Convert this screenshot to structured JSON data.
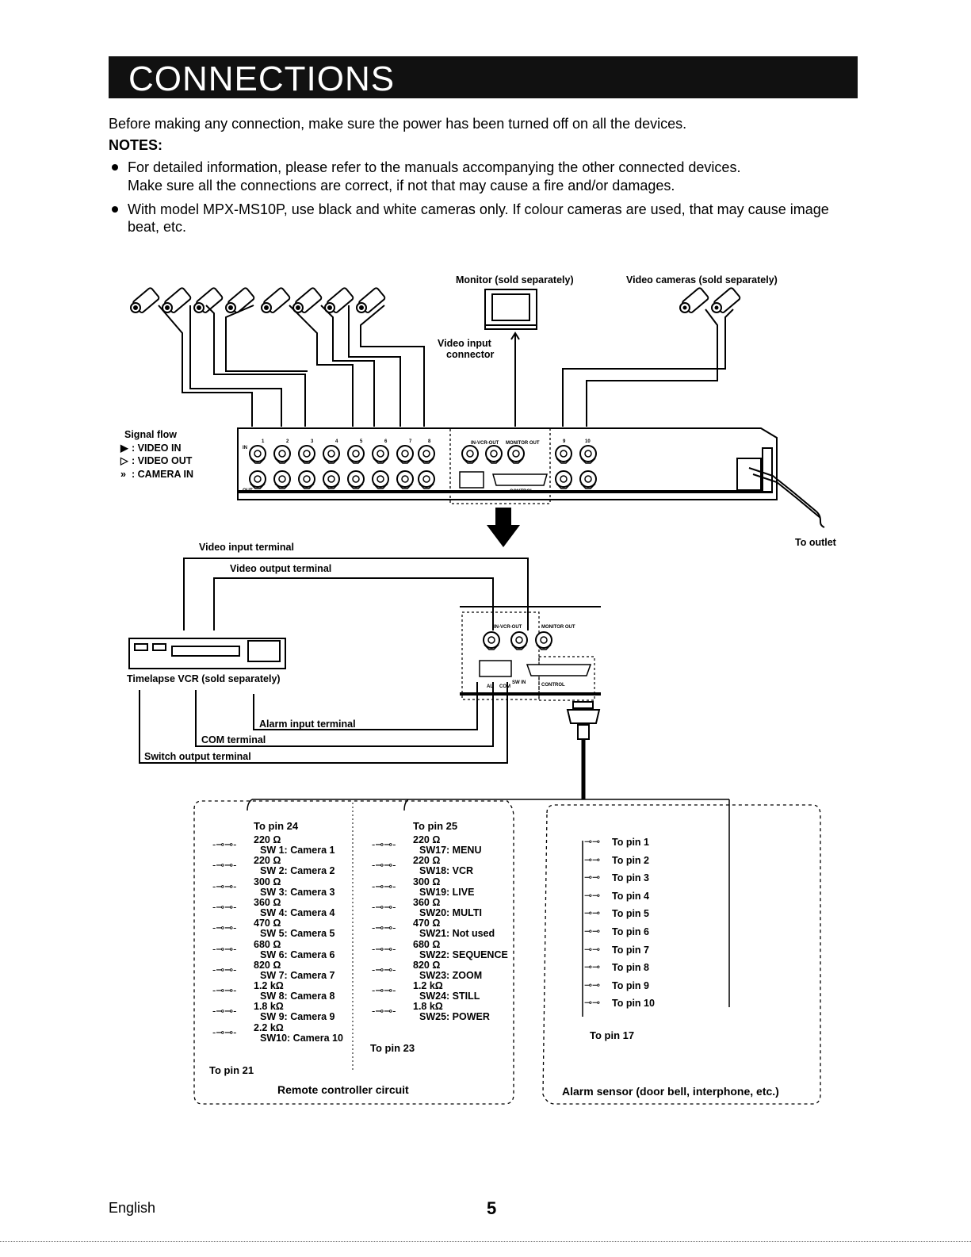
{
  "title": "CONNECTIONS",
  "intro": "Before making any connection, make sure the power has been turned off on all the devices.",
  "notes_heading": "NOTES:",
  "notes": [
    {
      "line1": "For detailed information, please refer to the manuals accompanying the other connected devices.",
      "line2": "Make sure all the connections are correct, if not that may cause a fire and/or damages."
    },
    {
      "line1": "With model MPX-MS10P, use black and white cameras only. If colour cameras are used, that may cause image",
      "line2": "beat, etc."
    }
  ],
  "diagram": {
    "monitor": "Monitor (sold separately)",
    "video_cameras": "Video cameras (sold separately)",
    "video_input_connector_1": "Video input",
    "video_input_connector_2": "connector",
    "signal_flow": "Signal flow",
    "legend_video_in": ": VIDEO IN",
    "legend_video_out": ": VIDEO OUT",
    "legend_camera_in": ": CAMERA IN",
    "to_outlet": "To outlet",
    "video_input_terminal": "Video input terminal",
    "video_output_terminal": "Video output terminal",
    "timelapse_vcr": "Timelapse VCR (sold separately)",
    "alarm_input_terminal": "Alarm input terminal",
    "com_terminal": "COM terminal",
    "switch_output_terminal": "Switch output terminal",
    "panel_in_vcr_out": "IN-VCR-OUT",
    "panel_monitor_out": "MONITOR OUT",
    "panel_control": "CONTROL",
    "panel_in": "IN",
    "panel_out": "OUT",
    "panel_com": "COM",
    "panel_sw_in": "SW IN",
    "panel_al": "AL",
    "port_numbers": [
      "1",
      "2",
      "3",
      "4",
      "5",
      "6",
      "7",
      "8",
      "9",
      "10"
    ]
  },
  "remote": {
    "left_top": "To pin 24",
    "left_items": [
      {
        "r": "220 Ω",
        "sw": "SW 1: Camera 1"
      },
      {
        "r": "220 Ω",
        "sw": "SW 2: Camera 2"
      },
      {
        "r": "300 Ω",
        "sw": "SW 3: Camera 3"
      },
      {
        "r": "360 Ω",
        "sw": "SW 4: Camera 4"
      },
      {
        "r": "470 Ω",
        "sw": "SW 5: Camera 5"
      },
      {
        "r": "680 Ω",
        "sw": "SW 6: Camera 6"
      },
      {
        "r": "820 Ω",
        "sw": "SW 7: Camera 7"
      },
      {
        "r": "1.2 kΩ",
        "sw": "SW 8: Camera 8"
      },
      {
        "r": "1.8 kΩ",
        "sw": "SW 9: Camera 9"
      },
      {
        "r": "2.2 kΩ",
        "sw": "SW10: Camera 10"
      }
    ],
    "left_bottom": "To pin 21",
    "right_top": "To pin 25",
    "right_items": [
      {
        "r": "220 Ω",
        "sw": "SW17: MENU"
      },
      {
        "r": "220 Ω",
        "sw": "SW18: VCR"
      },
      {
        "r": "300 Ω",
        "sw": "SW19: LIVE"
      },
      {
        "r": "360 Ω",
        "sw": "SW20: MULTI"
      },
      {
        "r": "470 Ω",
        "sw": "SW21: Not used"
      },
      {
        "r": "680 Ω",
        "sw": "SW22: SEQUENCE"
      },
      {
        "r": "820 Ω",
        "sw": "SW23: ZOOM"
      },
      {
        "r": "1.2 kΩ",
        "sw": "SW24: STILL"
      },
      {
        "r": "1.8 kΩ",
        "sw": "SW25: POWER"
      }
    ],
    "right_bottom": "To pin 23",
    "caption": "Remote controller circuit"
  },
  "alarm": {
    "pins": [
      "To pin 1",
      "To pin 2",
      "To pin 3",
      "To pin 4",
      "To pin 5",
      "To pin 6",
      "To pin 7",
      "To pin 8",
      "To pin 9",
      "To pin 10"
    ],
    "bottom": "To pin 17",
    "caption": "Alarm sensor (door bell, interphone, etc.)"
  },
  "footer": {
    "language": "English",
    "page": "5"
  }
}
